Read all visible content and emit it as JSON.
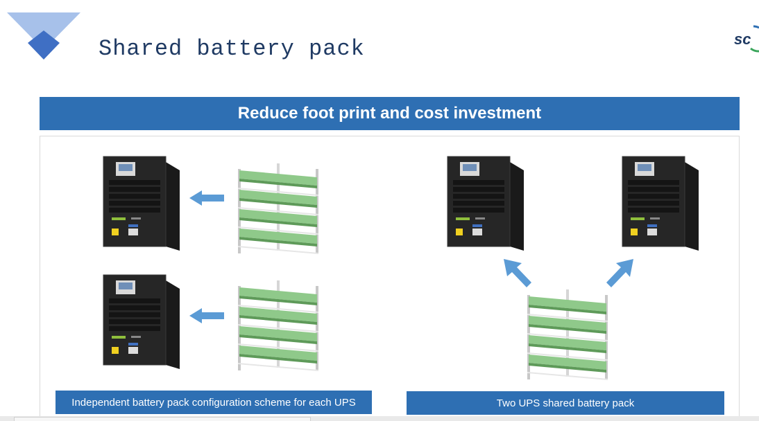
{
  "slide": {
    "title": "Shared battery pack",
    "banner": "Reduce foot print and cost investment",
    "captions": {
      "left": "Independent battery pack configuration scheme for each UPS",
      "right": "Two UPS shared battery pack"
    },
    "colors": {
      "accent": "#2e6fb3",
      "arrow": "#5b9bd5",
      "title": "#1f3a63",
      "battery_green": "#8fc98a"
    },
    "icons": [
      "ups-cabinet-icon",
      "battery-rack-icon",
      "arrow-icon",
      "logo-icon"
    ]
  }
}
